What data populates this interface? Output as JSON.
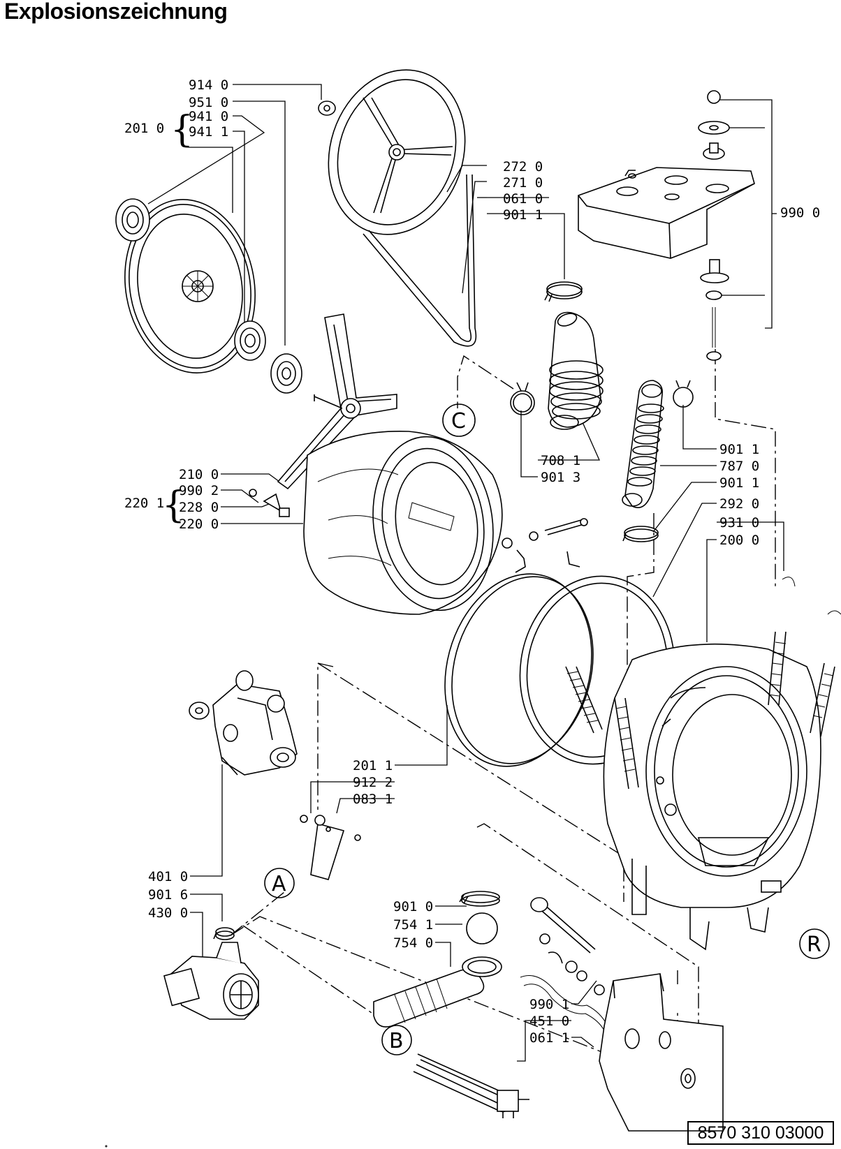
{
  "title": "Explosionszeichnung",
  "document_number": "8570 310 03000",
  "labels": {
    "l9140": "914 0",
    "l9510": "951 0",
    "l9410": "941 0",
    "l9411": "941 1",
    "l2010": "201 0",
    "l2720": "272 0",
    "l2710": "271 0",
    "l0610": "061 0",
    "l9011a": "901 1",
    "l9900": "990 0",
    "l9011b": "901 1",
    "l7870": "787 0",
    "l9011c": "901 1",
    "l7081": "708 1",
    "l9013": "901 3",
    "l2920": "292 0",
    "l9310": "931 0",
    "l2000": "200 0",
    "l2100": "210 0",
    "l9902": "990 2",
    "l2280": "228 0",
    "l2200": "220 0",
    "l2201": "220 1",
    "l2011": "201 1",
    "l9122": "912 2",
    "l0831": "083 1",
    "l4010": "401 0",
    "l9016": "901 6",
    "l4300": "430 0",
    "l9010": "901 0",
    "l7541": "754 1",
    "l7540": "754 0",
    "l9901": "990 1",
    "l4510": "451 0",
    "l0611": "061 1"
  },
  "callouts": {
    "a": "A",
    "b": "B",
    "c": "C",
    "r": "R"
  }
}
